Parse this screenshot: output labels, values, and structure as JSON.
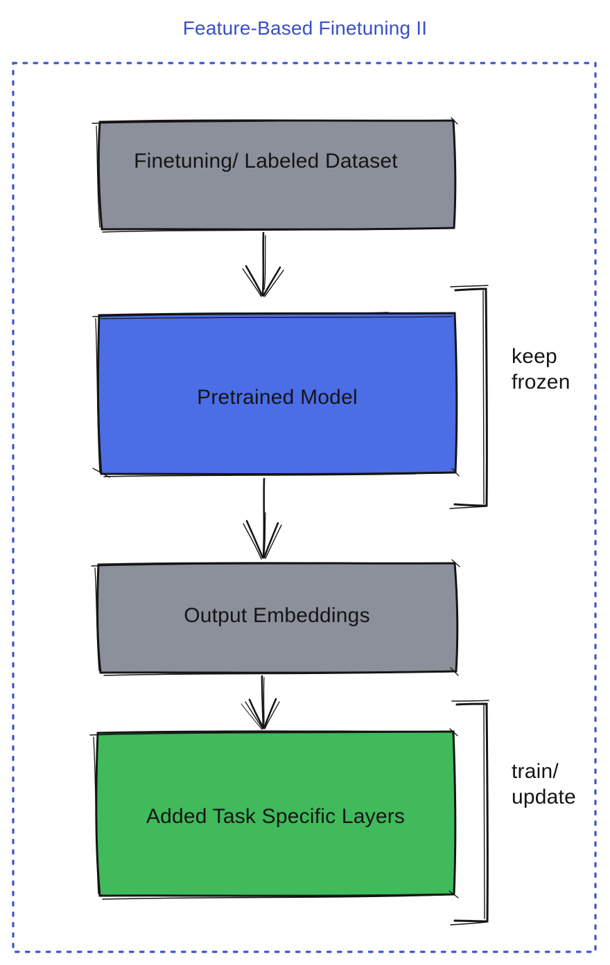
{
  "title": "Feature-Based Finetuning II",
  "colors": {
    "title_blue": "#3A4FC8",
    "frame_blue": "#3D53C8",
    "node_gray": "#8B909A",
    "node_blue": "#4B6DE6",
    "node_green": "#40BA5A",
    "sketch_black": "#151515"
  },
  "flow": {
    "nodes": [
      {
        "label": "Finetuning/ Labeled Dataset",
        "fill": "#8B909A"
      },
      {
        "label": "Pretrained Model",
        "fill": "#4B6DE6"
      },
      {
        "label": "Output Embeddings",
        "fill": "#8B909A"
      },
      {
        "label": "Added Task Specific Layers",
        "fill": "#40BA5A"
      }
    ],
    "annotations": [
      {
        "label": "keep\nfrozen"
      },
      {
        "label": "train/\nupdate"
      }
    ]
  }
}
